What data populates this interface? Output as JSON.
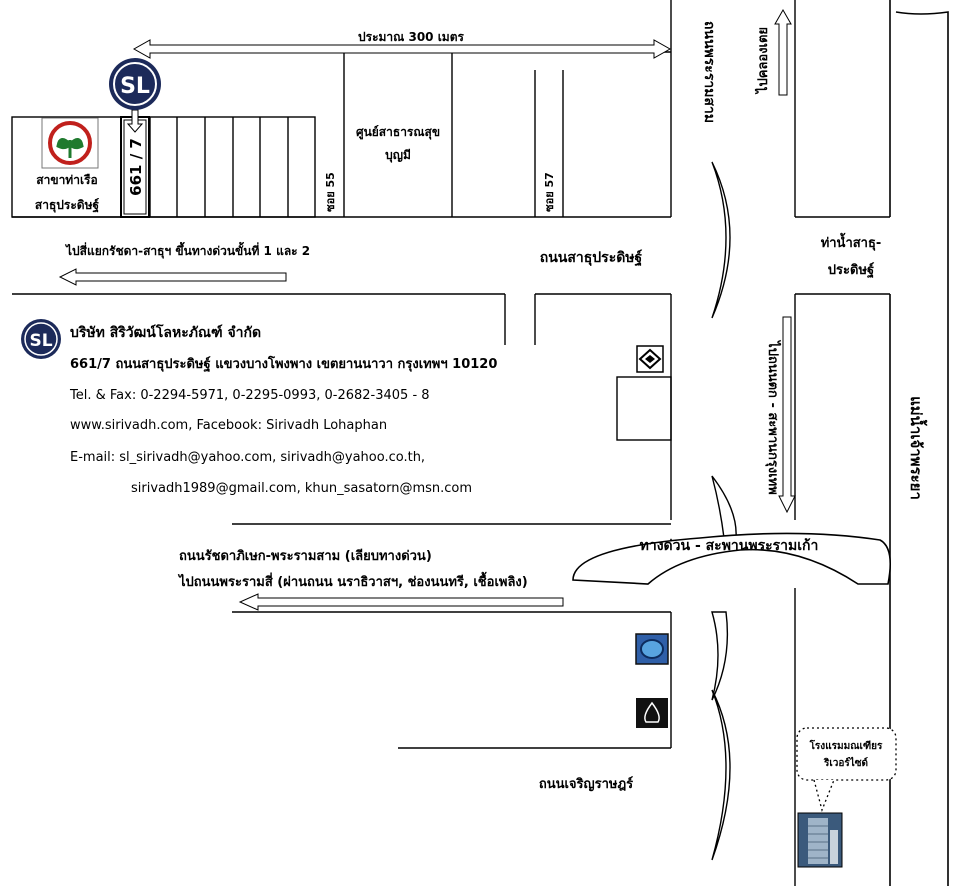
{
  "distance_label": "ประมาณ 300 เมตร",
  "shop_number": "661 / 7",
  "bank_branch": {
    "line1": "สาขาท่าเรือ",
    "line2": "สาธุประดิษฐ์"
  },
  "health_center": {
    "line1": "ศูนย์สาธารณสุข",
    "line2": "บุญมี"
  },
  "soi_55": "ซอย 55",
  "soi_57": "ซอย 57",
  "road_rama3": "ถนนพระรามสาม",
  "to_khlong_toei": "ไปคลองเตย",
  "pier": {
    "line1": "ท่าน้ำสาธุ-",
    "line2": "ประดิษฐ์"
  },
  "to_ratchada_junction": "ไปสี่แยกรัชดา-สาธุฯ ขึ้นทางด่วนขั้นที่ 1 และ 2",
  "road_sathu": "ถนนสาธุประดิษฐ์",
  "company": {
    "name": "บริษัท สิริวัฒน์โลหะภัณฑ์ จำกัด",
    "address": "661/7  ถนนสาธุประดิษฐ์  แขวงบางโพงพาง  เขตยานนาวา  กรุงเทพฯ 10120",
    "tel": "Tel. & Fax: 0-2294-5971, 0-2295-0993, 0-2682-3405 - 8",
    "web": "www.sirivadh.com, Facebook: Sirivadh Lohaphan",
    "email1": "E-mail: sl_sirivadh@yahoo.com, sirivadh@yahoo.co.th,",
    "email2": "sirivadh1989@gmail.com, khun_sasatorn@msn.com"
  },
  "to_tok_bridge": "ไปถนนตก - สะพานกรุงเทพ",
  "river": "แม่น้ำเจ้าพระยา",
  "expressway_bridge": "ทางด่วน - สะพานพระรามเก้า",
  "road_ratchada": "ถนนรัชดาภิเษก-พระรามสาม (เลียบทางด่วน)",
  "to_rama4": "ไปถนนพระรามสี่ (ผ่านถนน นราธิวาสฯ, ช่องนนทรี, เชื้อเพลิง)",
  "road_charoen": "ถนนเจริญราษฎร์",
  "hotel": {
    "line1": "โรงแรมมณเฑียร",
    "line2": "ริเวอร์ไซด์"
  },
  "logo_text": "SL",
  "colors": {
    "logo_navy": "#1c2a5a",
    "bank_green": "#1f7a2e",
    "bank_red": "#c0201c",
    "bank_blue_icon": "#2f5fa8"
  }
}
